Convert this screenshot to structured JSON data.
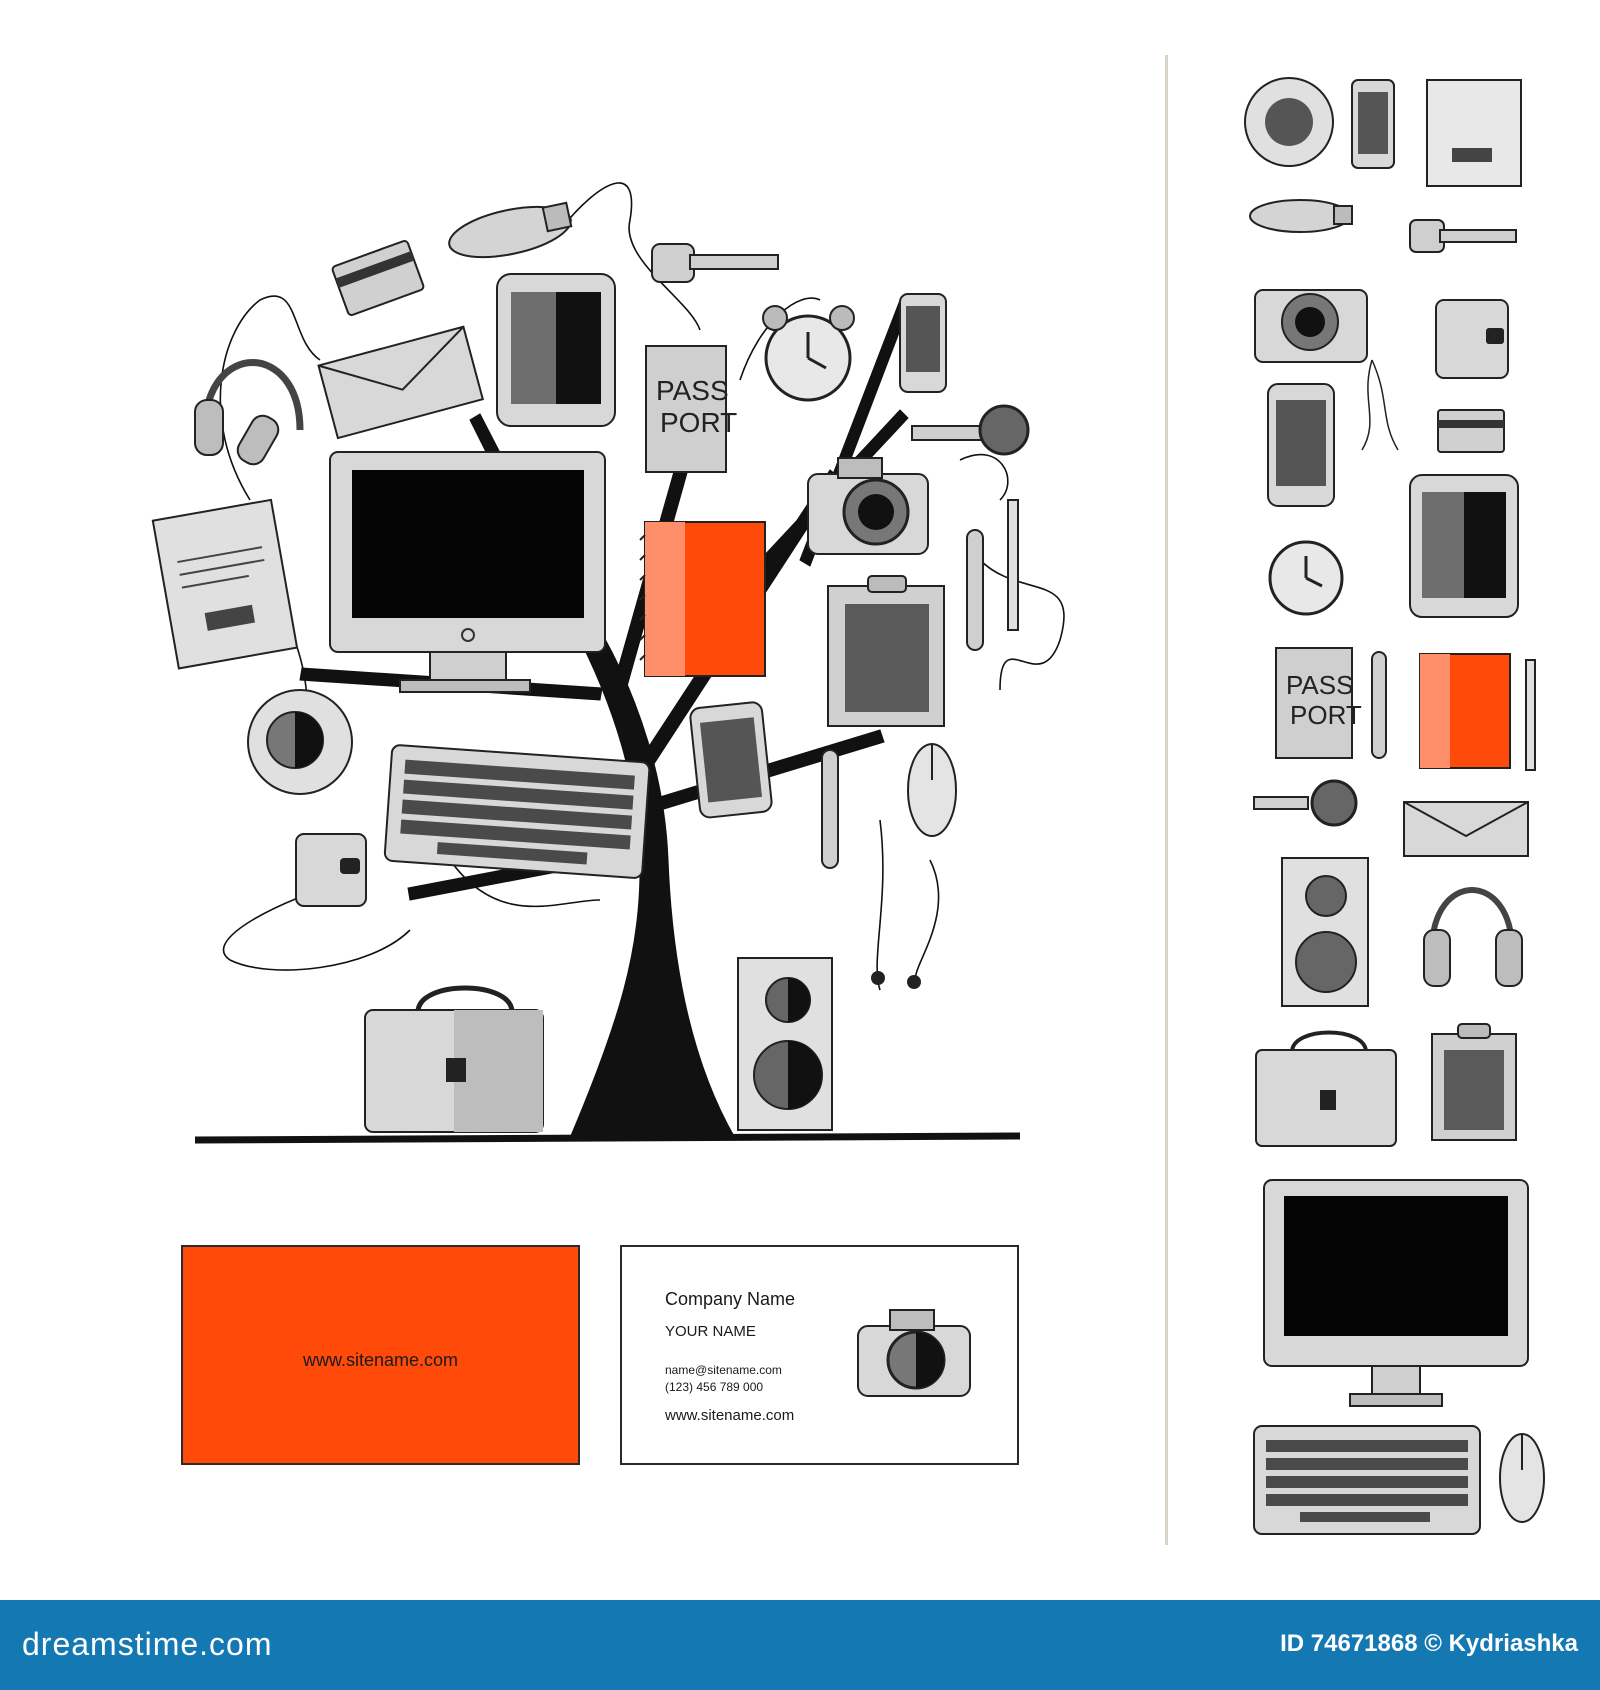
{
  "colors": {
    "accent": "#ff4a0a",
    "footer": "#1478b3",
    "ink": "#111111",
    "gray": "#c9c9c9",
    "darkgray": "#8d8d8d"
  },
  "illustration": {
    "passport_lines": [
      "PASS",
      "PORT"
    ],
    "tree_icons": [
      "usb-drive-icon",
      "key-icon",
      "credit-card-icon",
      "tablet-icon",
      "alarm-clock-icon",
      "smartphone-icon",
      "headphones-icon",
      "envelope-icon",
      "passport-icon",
      "magnifier-icon",
      "book-icon",
      "monitor-icon",
      "notebook-icon",
      "camera-icon",
      "pen-icon",
      "pencil-icon",
      "clipboard-icon",
      "coffee-cup-icon",
      "keyboard-icon",
      "mouse-icon",
      "wallet-icon",
      "earphones-icon",
      "briefcase-icon",
      "speaker-icon"
    ]
  },
  "card_front": {
    "url": "www.sitename.com"
  },
  "card_back": {
    "company": "Company Name",
    "your_name": "YOUR NAME",
    "email": "name@sitename.com",
    "phone": "(123) 456 789 000",
    "url": "www.sitename.com"
  },
  "footer": {
    "brand": "dreamstime.com",
    "credit": "ID 74671868 © Kydriashka"
  }
}
